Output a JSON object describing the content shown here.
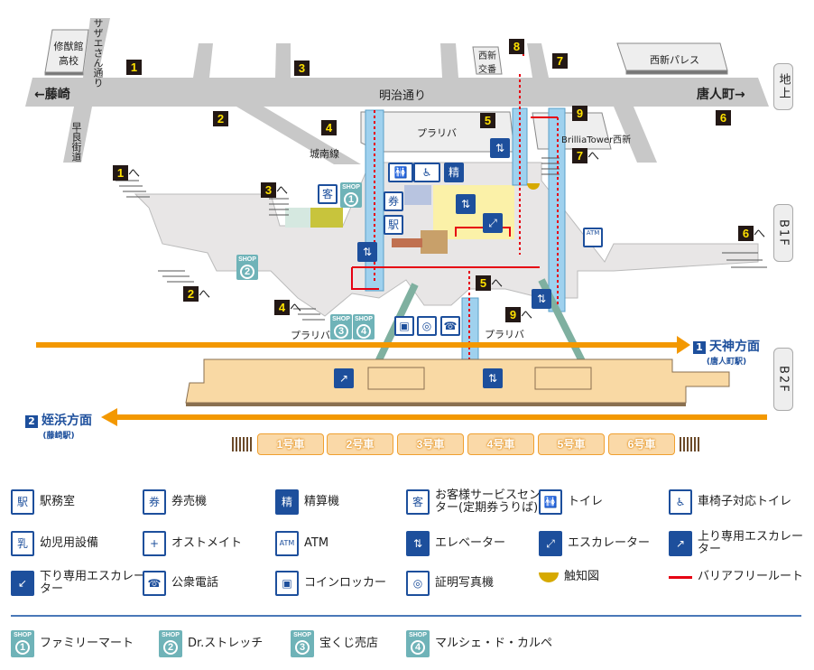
{
  "surface": {
    "floor_label": "地上",
    "roads": {
      "main": "明治通り",
      "left_dir": "←藤崎",
      "right_dir": "唐人町→",
      "sazae": "サザエさん通り",
      "sawara": "早良街道",
      "jonan": "城南線"
    },
    "buildings": [
      "修猷館高校",
      "西新交番",
      "西新パレス",
      "プラリバ",
      "BrilliaTower西新"
    ],
    "exits": [
      "1",
      "2",
      "3",
      "4",
      "5",
      "6",
      "7",
      "8",
      "9"
    ]
  },
  "b1f": {
    "floor_label": "B1F",
    "exit_refs": [
      "1",
      "2",
      "3",
      "4",
      "5",
      "6",
      "7",
      "9"
    ],
    "arrow_suffix": "へ",
    "plariva_labels": [
      "プラリバ",
      "プラリバ"
    ],
    "atm": "ATM"
  },
  "b2f": {
    "floor_label": "B2F",
    "dir1": {
      "num": "1",
      "label": "天神方面",
      "sub": "(唐人町駅)"
    },
    "dir2": {
      "num": "2",
      "label": "姪浜方面",
      "sub": "(藤崎駅)"
    },
    "cars": [
      "1号車",
      "2号車",
      "3号車",
      "4号車",
      "5号車",
      "6号車"
    ]
  },
  "legend": [
    {
      "icon": "station-office-icon",
      "glyph": "駅",
      "label": "駅務室"
    },
    {
      "icon": "ticket-machine-icon",
      "glyph": "券",
      "label": "券売機"
    },
    {
      "icon": "fare-adjustment-icon",
      "glyph": "精",
      "label": "精算機"
    },
    {
      "icon": "customer-service-icon",
      "glyph": "客",
      "label": "お客様サービスセンター(定期券うりば)"
    },
    {
      "icon": "toilet-icon",
      "glyph": "🚻",
      "label": "トイレ"
    },
    {
      "icon": "wheelchair-toilet-icon",
      "glyph": "♿",
      "label": "車椅子対応トイレ"
    },
    {
      "icon": "baby-facility-icon",
      "glyph": "乳",
      "label": "幼児用設備"
    },
    {
      "icon": "ostomate-icon",
      "glyph": "+",
      "label": "オストメイト"
    },
    {
      "icon": "atm-icon",
      "glyph": "ATM",
      "label": "ATM"
    },
    {
      "icon": "elevator-icon",
      "glyph": "⇅",
      "label": "エレベーター"
    },
    {
      "icon": "escalator-icon",
      "glyph": "⤢",
      "label": "エスカレーター"
    },
    {
      "icon": "up-escalator-icon",
      "glyph": "↗",
      "label": "上り専用エスカレーター"
    },
    {
      "icon": "down-escalator-icon",
      "glyph": "↙",
      "label": "下り専用エスカレーター"
    },
    {
      "icon": "public-phone-icon",
      "glyph": "☎",
      "label": "公衆電話"
    },
    {
      "icon": "coin-locker-icon",
      "glyph": "▣",
      "label": "コインロッカー"
    },
    {
      "icon": "photo-booth-icon",
      "glyph": "◎",
      "label": "証明写真機"
    },
    {
      "icon": "tactile-map-icon",
      "glyph": "",
      "label": "触知図"
    },
    {
      "icon": "barrier-free-route-icon",
      "glyph": "",
      "label": "バリアフリールート"
    }
  ],
  "shops": [
    {
      "tag": "SHOP",
      "num": "1",
      "label": "ファミリーマート"
    },
    {
      "tag": "SHOP",
      "num": "2",
      "label": "Dr.ストレッチ"
    },
    {
      "tag": "SHOP",
      "num": "3",
      "label": "宝くじ売店"
    },
    {
      "tag": "SHOP",
      "num": "4",
      "label": "マルシェ・ド・カルペ"
    }
  ],
  "colors": {
    "accent": "#1d4f9c",
    "exit_bg": "#231815",
    "exit_fg": "#ffe100",
    "route": "#e60012",
    "direction": "#f39800",
    "platform": "#f9d9a4",
    "shop": "#6fb3b8"
  }
}
